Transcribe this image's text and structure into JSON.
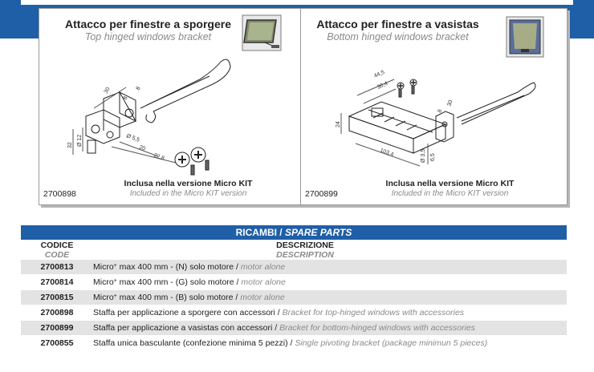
{
  "panels": [
    {
      "title": "Attacco per finestre a sporgere",
      "subtitle": "Top hinged windows bracket",
      "included": "Inclusa nella versione Micro KIT",
      "included_en": "Included in the Micro KIT version",
      "code": "2700898",
      "dimensions": [
        "30",
        "8",
        "8",
        "32",
        "Ø 12",
        "20",
        "22,8",
        "Ø 5,5"
      ]
    },
    {
      "title": "Attacco per finestre a vasistas",
      "subtitle": "Bottom hinged windows bracket",
      "included": "Inclusa nella versione Micro KIT",
      "included_en": "Included in the Micro KIT version",
      "code": "2700899",
      "dimensions": [
        "44,5",
        "30,4",
        "24",
        "103,4",
        "Ø 3,5",
        "6,5",
        "30",
        "8"
      ]
    }
  ],
  "parts": {
    "header_it": "RICAMBI",
    "header_sep": " / ",
    "header_en": "SPARE PARTS",
    "col_code": "CODICE",
    "col_code_en": "CODE",
    "col_desc": "DESCRIZIONE",
    "col_desc_en": "DESCRIPTION",
    "rows": [
      {
        "code": "2700813",
        "pre": "Micro",
        "sup": "+",
        "desc": " max 400 mm - (N)  solo motore / ",
        "desc_en": "motor alone"
      },
      {
        "code": "2700814",
        "pre": "Micro",
        "sup": "+",
        "desc": " max 400 mm - (G)  solo motore / ",
        "desc_en": "motor alone"
      },
      {
        "code": "2700815",
        "pre": "Micro",
        "sup": "+",
        "desc": " max 400 mm - (B)  solo motore / ",
        "desc_en": "motor alone"
      },
      {
        "code": "2700898",
        "pre": "",
        "sup": "",
        "desc": "Staffa per applicazione a sporgere con accessori / ",
        "desc_en": "Bracket for top-hinged windows with accessories"
      },
      {
        "code": "2700899",
        "pre": "",
        "sup": "",
        "desc": "Staffa per applicazione a vasistas con accessori / ",
        "desc_en": "Bracket for bottom-hinged windows with accessories"
      },
      {
        "code": "2700855",
        "pre": "",
        "sup": "",
        "desc": "Staffa unica basculante (confezione minima 5 pezzi) / ",
        "desc_en": "Single pivoting bracket (package minimun 5 pieces)"
      }
    ]
  }
}
